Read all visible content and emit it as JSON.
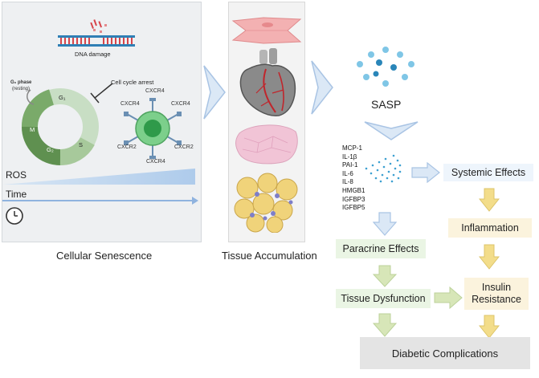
{
  "senescence": {
    "dna_label": "DNA damage",
    "g0_label": "G₀ phase",
    "g0_sub": "(resting)",
    "arrest_label": "Cell cycle arrest",
    "g1": "G₁",
    "m": "M",
    "s": "S",
    "g2": "G₂",
    "receptors": [
      "CXCR4",
      "CXCR4",
      "CXCR4",
      "CXCR2",
      "CXCR2",
      "CXCR4"
    ],
    "ros": "ROS",
    "time": "Time",
    "caption": "Cellular Senescence"
  },
  "tissue": {
    "caption": "Tissue Accumulation"
  },
  "sasp": {
    "label": "SASP",
    "factors": [
      "MCP-1",
      "IL-1β",
      "PAI-1",
      "IL-6",
      "IL-8",
      "HMGB1",
      "IGFBP3",
      "IGFBP5"
    ]
  },
  "flow": {
    "systemic": "Systemic Effects",
    "inflammation": "Inflammation",
    "paracrine": "Paracrine Effects",
    "dysfunction": "Tissue Dysfunction",
    "insulin_1": "Insulin",
    "insulin_2": "Resistance",
    "complications": "Diabetic Complications"
  },
  "colors": {
    "arrow_blue": "#b9d3ef",
    "arrow_green": "#d7e6b8",
    "arrow_yellow": "#f3dd8a",
    "cell_green": "#5dbb72",
    "dna_red": "#d7454b",
    "dna_blue": "#2f7fb5"
  }
}
